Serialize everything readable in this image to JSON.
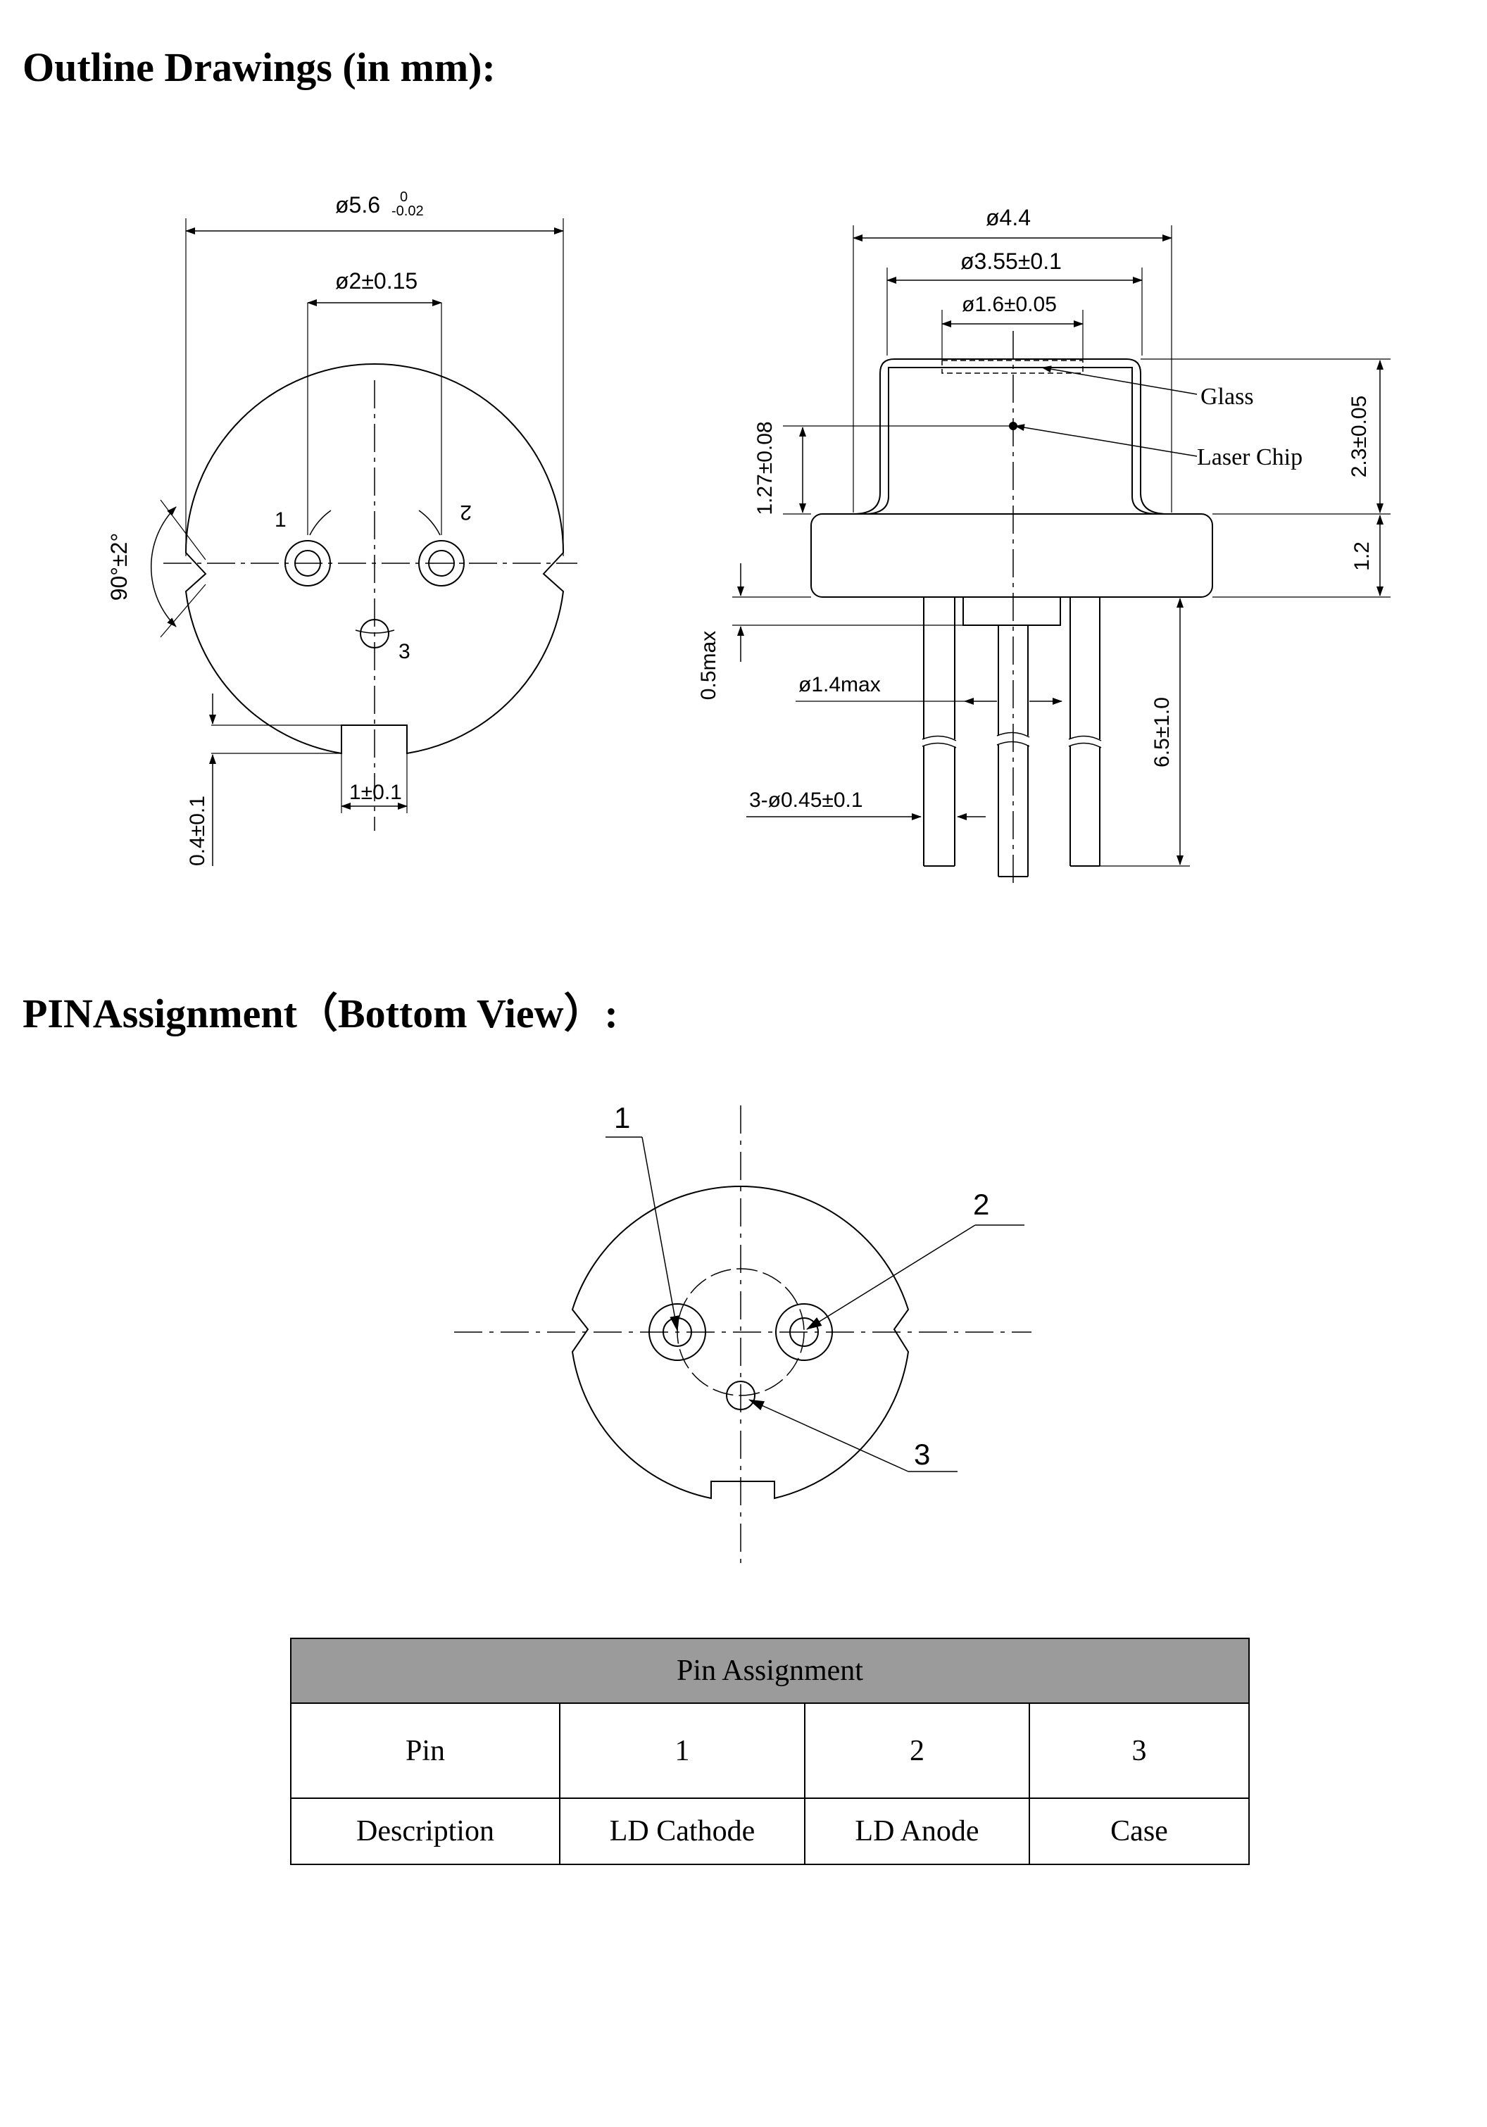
{
  "headings": {
    "outline": "Outline Drawings (in mm):",
    "pin_assignment": "PINAssignment（Bottom  View）:"
  },
  "front_view": {
    "dia_outer": "ø5.6",
    "dia_outer_tol_upper": "0",
    "dia_outer_tol_lower": "-0.02",
    "dia_pins": "ø2±0.15",
    "angle": "90°±2°",
    "pin1": "1",
    "pin2": "2",
    "pin3": "3",
    "notch_width": "1±0.1",
    "notch_depth": "0.4±0.1"
  },
  "side_view": {
    "dia_cap": "ø4.4",
    "dia_cap_inner": "ø3.55±0.1",
    "dia_window": "ø1.6±0.05",
    "glass": "Glass",
    "laser_chip": "Laser Chip",
    "cap_height": "2.3±0.05",
    "chip_height": "1.27±0.08",
    "flange": "1.2",
    "standoff": "0.5max",
    "dia_base": "ø1.4max",
    "lead_length": "6.5±1.0",
    "lead_dia": "3-ø0.45±0.1"
  },
  "bottom_view": {
    "pin1": "1",
    "pin2": "2",
    "pin3": "3"
  },
  "table": {
    "title": "Pin Assignment",
    "row1_header": "Pin",
    "row1": [
      "1",
      "2",
      "3"
    ],
    "row2_header": "Description",
    "row2": [
      "LD Cathode",
      "LD Anode",
      "Case"
    ]
  }
}
